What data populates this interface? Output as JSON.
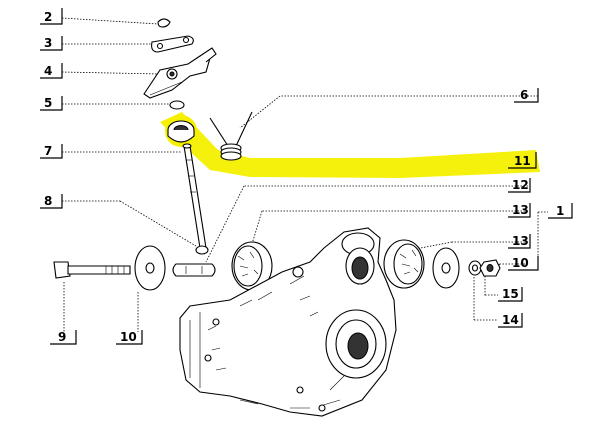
{
  "callouts": {
    "c1": "1",
    "c2": "2",
    "c3": "3",
    "c4": "4",
    "c5": "5",
    "c6": "6",
    "c7": "7",
    "c8": "8",
    "c9": "9",
    "c10a": "10",
    "c10b": "10",
    "c11": "11",
    "c12": "12",
    "c13a": "13",
    "c13b": "13",
    "c14": "14",
    "c15": "15"
  },
  "highlight": {
    "part": "11",
    "color": "#f4f000"
  }
}
